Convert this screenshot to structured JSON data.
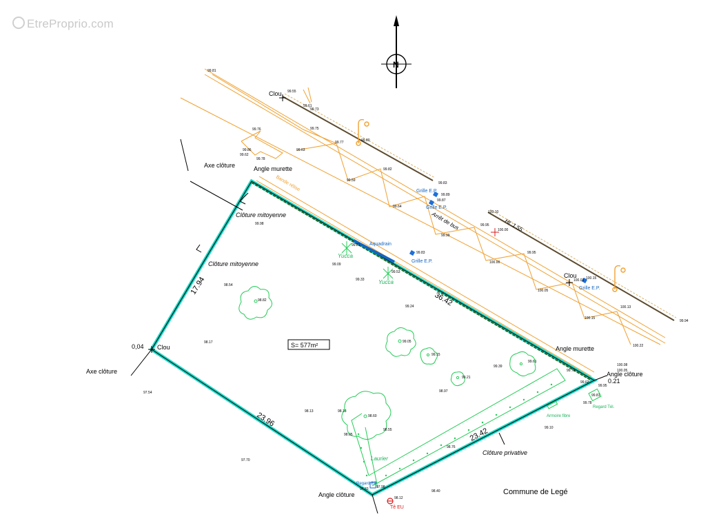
{
  "watermark": "EtreProprio.com",
  "colors": {
    "parcel": "#1ad6c4",
    "road": "#f0a030",
    "vegetation": "#22cc55",
    "network": "#1565c0",
    "sewer": "#d81b1b"
  },
  "north_arrow": {
    "label": "N"
  },
  "labels": {
    "clou_top": "Clou",
    "clou_left": "Clou",
    "clou_right": "Clou",
    "axe_cloture_top": "Axe  clôture",
    "angle_murette_top": "Angle  murette",
    "cloture_mitoyenne_1": "Clôture  mitoyenne",
    "cloture_mitoyenne_2": "Clôture  mitoyenne",
    "offset_left": "0,04",
    "axe_cloture_left": "Axe  clôture",
    "angle_murette_right": "Angle  murette",
    "angle_cloture_right": "Angle  clôture",
    "offset_right": "0.21",
    "angle_cloture_bottom": "Angle  clôture",
    "cloture_privative": "Clôture  privative",
    "armoire_fibre": "Armoire fibre",
    "regard_tel": "Regard Tél.",
    "regard_ep": "Regard EP",
    "te_eu": "Tê EU",
    "grille_1": "Grille  E.P.",
    "grille_2": "Grille  E.P.",
    "grille_3": "Grille  E.P.",
    "grille_4": "Grille  E.P.",
    "aquadrain": "Aquadrain",
    "yucca_1": "Yucca",
    "yucca_2": "Yucca",
    "laurier": "Laurier",
    "arret_bus": "Arrêt  de  bus",
    "ht": "Ht :1.55",
    "bande": "Bande  rélise",
    "commune": "Commune de Legé"
  },
  "area": "S= 577m²",
  "dimensions": {
    "top": "36.42",
    "left": "17.94",
    "bottom_left": "23.96",
    "bottom_right": "23.42"
  },
  "elevations": {
    "e1": "99.81",
    "e2": "99.55",
    "e3": "99.61",
    "e4": "99.73",
    "e5": "99.76",
    "e6": "99.75",
    "e7": "99.86",
    "e8": "99.62",
    "e9": "99.78",
    "e10": "99.63",
    "e11": "99.77",
    "e12": "99.80",
    "e13": "99.82",
    "e14": "99.59",
    "e15": "99.83",
    "e16": "99.89",
    "e17": "99.87",
    "e18": "99.64",
    "e19": "100.10",
    "e20": "99.95",
    "e21": "100.00",
    "e22": "99.99",
    "e23": "100.00",
    "e24": "99.95",
    "e25": "100.05",
    "e26": "100.03",
    "e27": "100.15",
    "e28": "100.13",
    "e29": "100.15",
    "e30": "99.94",
    "e31": "100.22",
    "e32": "100.08",
    "e33": "100.05",
    "e34": "99.95",
    "e35": "99.98",
    "e36": "99.81",
    "e37": "99.83",
    "e38": "99.09",
    "e39": "99.33",
    "e40": "99.53",
    "e41": "98.54",
    "e42": "98.82",
    "e43": "99.24",
    "e44": "98.17",
    "e45": "99.05",
    "e46": "99.15",
    "e47": "99.39",
    "e48": "99.61",
    "e49": "99.73",
    "e50": "99.62",
    "e51": "99.21",
    "e52": "98.97",
    "e53": "99.81",
    "e54": "99.78",
    "e55": "97.54",
    "e56": "98.13",
    "e57": "98.18",
    "e58": "98.60",
    "e59": "98.55",
    "e60": "98.05",
    "e61": "99.10",
    "e62": "98.76",
    "e63": "97.70",
    "e64": "97.83",
    "e65": "97.98",
    "e66": "98.40",
    "e67": "98.12"
  }
}
